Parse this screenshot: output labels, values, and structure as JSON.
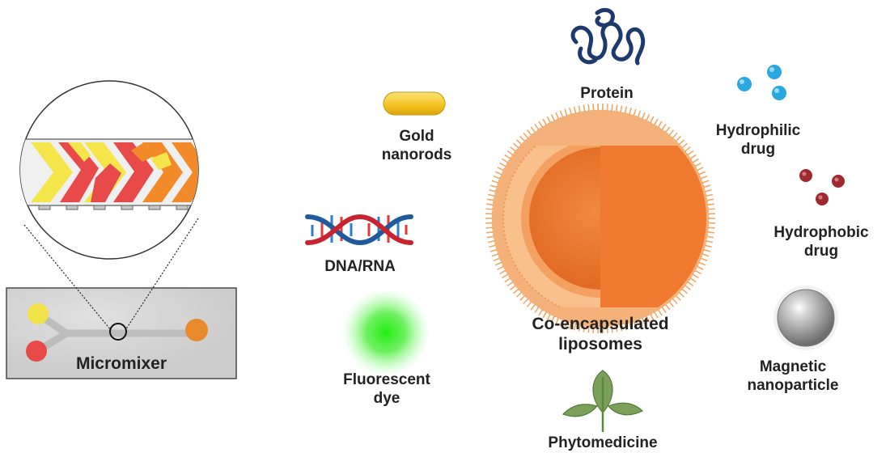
{
  "micromixer": {
    "label": "Micromixer",
    "inlet_colors": [
      "#f2e34a",
      "#e84a4a"
    ],
    "outlet_color": "#e8892c"
  },
  "center": {
    "label_lines": [
      "Co-encapsulated",
      "liposomes"
    ],
    "core_color": "#ef7a30",
    "membrane_color": "#f4b27a"
  },
  "cargo": [
    {
      "id": "protein",
      "lines": [
        "Protein"
      ],
      "icon": "protein-coil-icon",
      "color": "#1c3a6e"
    },
    {
      "id": "gold-nanorods",
      "lines": [
        "Gold",
        "nanorods"
      ],
      "icon": "gold-nanorod-icon",
      "color": "#f2c21c"
    },
    {
      "id": "hydrophilic-drug",
      "lines": [
        "Hydrophilic",
        "drug"
      ],
      "icon": "hydrophilic-drug-icon",
      "color": "#2aa7df"
    },
    {
      "id": "hydrophobic-drug",
      "lines": [
        "Hydrophobic",
        "drug"
      ],
      "icon": "hydrophobic-drug-icon",
      "color": "#9e2a2f"
    },
    {
      "id": "dna-rna",
      "lines": [
        "DNA/RNA"
      ],
      "icon": "dna-helix-icon",
      "color": "#e23a3a"
    },
    {
      "id": "fluorescent-dye",
      "lines": [
        "Fluorescent",
        "dye"
      ],
      "icon": "fluorescent-dye-icon",
      "color": "#33dd22"
    },
    {
      "id": "magnetic-nanoparticle",
      "lines": [
        "Magnetic",
        "nanoparticle"
      ],
      "icon": "magnetic-sphere-icon",
      "color": "#9a9a9a"
    },
    {
      "id": "phytomedicine",
      "lines": [
        "Phytomedicine"
      ],
      "icon": "leaf-icon",
      "color": "#7ba05a"
    }
  ]
}
